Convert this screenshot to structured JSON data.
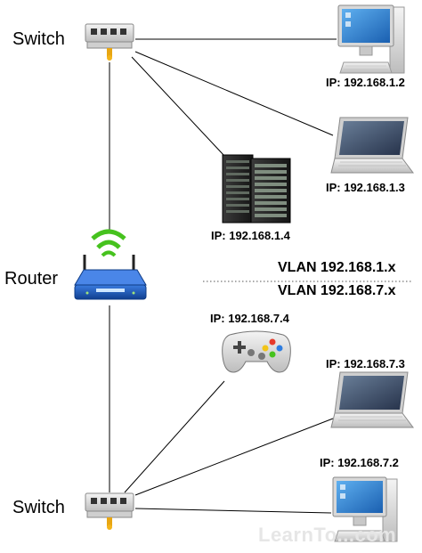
{
  "nodes": {
    "switch_top": {
      "label": "Switch"
    },
    "switch_bottom": {
      "label": "Switch"
    },
    "router": {
      "label": "Router"
    }
  },
  "devices": {
    "desktop_top": {
      "ip": "IP: 192.168.1.2"
    },
    "laptop_top": {
      "ip": "IP: 192.168.1.3"
    },
    "server": {
      "ip": "IP: 192.168.1.4"
    },
    "game_console": {
      "ip": "IP: 192.168.7.4"
    },
    "laptop_bottom": {
      "ip": "IP: 192.168.7.3"
    },
    "desktop_bottom": {
      "ip": "IP: 192.168.7.2"
    }
  },
  "vlans": {
    "upper": "VLAN 192.168.1.x",
    "lower": "VLAN 192.168.7.x"
  },
  "watermark": "LearnTo...com",
  "colors": {
    "line": "#000000",
    "router_body": "#1a56b8",
    "wifi_waves": "#46c21e",
    "switch_body": "#e4e4e4",
    "switch_connector": "#e8a613",
    "screen": "#2a7fd6"
  }
}
